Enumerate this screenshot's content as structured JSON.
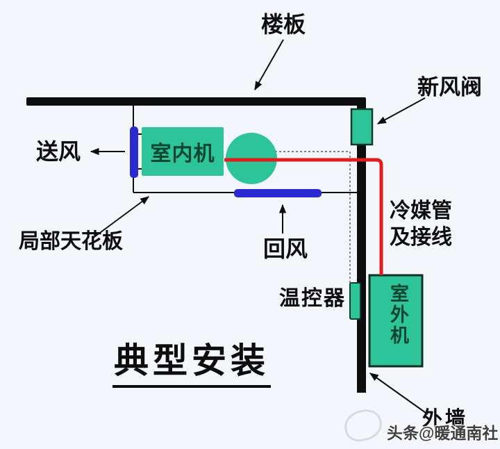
{
  "title": {
    "text": "典型安装"
  },
  "labels": {
    "floor_slab": "楼板",
    "fresh_air_valve": "新风阀",
    "supply_air": "送风",
    "indoor_unit": "室内机",
    "partial_ceiling": "局部天花板",
    "return_air": "回风",
    "refrigerant_line1": "冷媒管",
    "refrigerant_line2": "及接线",
    "thermostat": "温控器",
    "outdoor_unit": "室外机",
    "exterior_wall": "外墙"
  },
  "watermark": {
    "text": "头条@暖通南社"
  },
  "colors": {
    "green": "#2ec49a",
    "green_border": "#0e3b29",
    "blue": "#2a2ad0",
    "red": "#e11c1c",
    "line_black": "#0d0d0d",
    "dashed_gray": "#5a5470",
    "dark_green_text": "#0c4630",
    "background": "#f3f6fa"
  }
}
